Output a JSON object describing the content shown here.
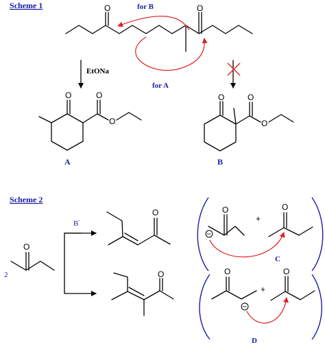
{
  "scheme1": {
    "title": "Scheme 1",
    "label_for_b": "for B",
    "label_for_a": "for A",
    "reagent": "EtONa",
    "product_a": "A",
    "product_b": "B"
  },
  "scheme2": {
    "title": "Scheme 2",
    "coefficient": "2",
    "base": "B",
    "base_charge": "-",
    "label_c": "C",
    "label_d": "D",
    "plus": "+",
    "anion_sign": "−"
  },
  "atoms": {
    "oxygen": "O"
  },
  "colors": {
    "label_blue": "#1a1aa8",
    "mechanism_red": "#e02020",
    "structure": "#000000"
  }
}
